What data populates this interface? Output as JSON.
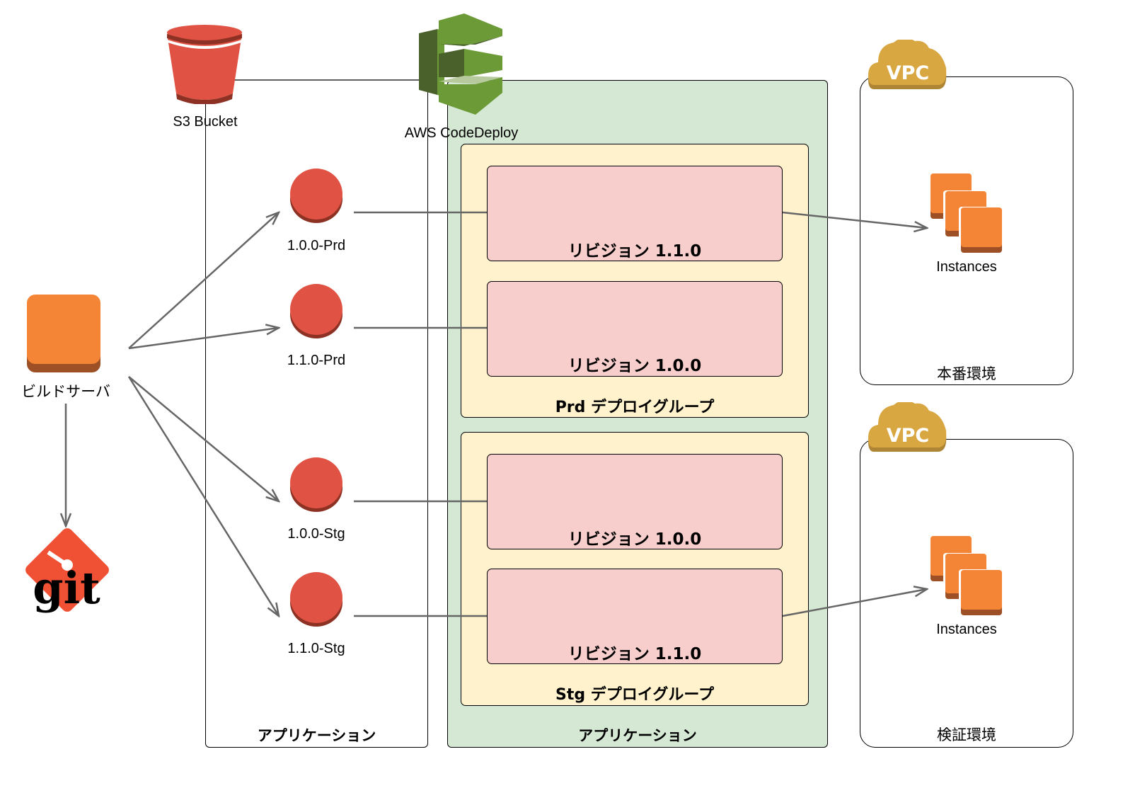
{
  "colors": {
    "s3_red": "#e05243",
    "s3_dark": "#8c3123",
    "codedeploy_green": "#6b9a37",
    "codedeploy_dark": "#4b612c",
    "codedeploy_light": "#b7ca9d",
    "app_green_bg": "#d5e8d4",
    "group_yellow_bg": "#fff2cc",
    "revision_pink_bg": "#f8cecc",
    "ec2_orange": "#f58536",
    "ec2_dark": "#9d5025",
    "vpc_gold": "#d9a741",
    "vpc_dark": "#ad8535",
    "git_orange": "#f05033",
    "arrow_gray": "#666666"
  },
  "nodes": {
    "s3": {
      "label": "S3 Bucket",
      "icon": "s3-bucket-icon"
    },
    "codedeploy": {
      "label": "AWS CodeDeploy",
      "icon": "codedeploy-icon"
    },
    "build_server": {
      "label": "ビルドサーバ",
      "icon": "ec2-instance-icon"
    },
    "git": {
      "label": "git",
      "icon": "git-logo-icon"
    }
  },
  "s3_application": {
    "title": "アプリケーション",
    "objects": [
      {
        "label": "1.0.0-Prd"
      },
      {
        "label": "1.1.0-Prd"
      },
      {
        "label": "1.0.0-Stg"
      },
      {
        "label": "1.1.0-Stg"
      }
    ]
  },
  "codedeploy_application": {
    "title": "アプリケーション",
    "deployment_groups": [
      {
        "title": "Prd デプロイグループ",
        "revisions": [
          {
            "label": "リビジョン 1.1.0"
          },
          {
            "label": "リビジョン 1.0.0"
          }
        ]
      },
      {
        "title": "Stg デプロイグループ",
        "revisions": [
          {
            "label": "リビジョン 1.0.0"
          },
          {
            "label": "リビジョン 1.1.0"
          }
        ]
      }
    ]
  },
  "environments": [
    {
      "title": "本番環境",
      "vpc_label": "VPC",
      "instances_label": "Instances"
    },
    {
      "title": "検証環境",
      "vpc_label": "VPC",
      "instances_label": "Instances"
    }
  ]
}
